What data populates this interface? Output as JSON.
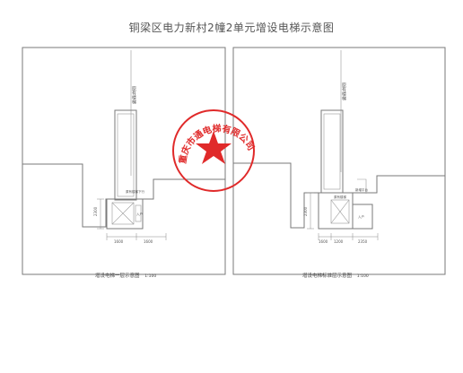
{
  "title": "铜梁区电力新村2幢2单元增设电梯示意图",
  "plans": [
    {
      "caption": "增设电梯一层示意图",
      "scale": "1:100",
      "stair_label": "原有楼梯",
      "dims": {
        "h1": "2300",
        "w1": "1600",
        "w2": "1600"
      },
      "small_labels": [
        "原有楼梯下行",
        "入户"
      ]
    },
    {
      "caption": "增设电梯标准层示意图",
      "scale": "1:100",
      "stair_label": "原有楼梯",
      "dims": {
        "h1": "2300",
        "w1": "1600",
        "w2": "1200",
        "w3": "2350"
      },
      "small_labels": [
        "新增平台",
        "原有楼梯",
        "入户"
      ]
    }
  ],
  "seal": {
    "arc_text": "重庆市通电梯有限公司",
    "colors": {
      "ink": "#e02a2a"
    }
  }
}
